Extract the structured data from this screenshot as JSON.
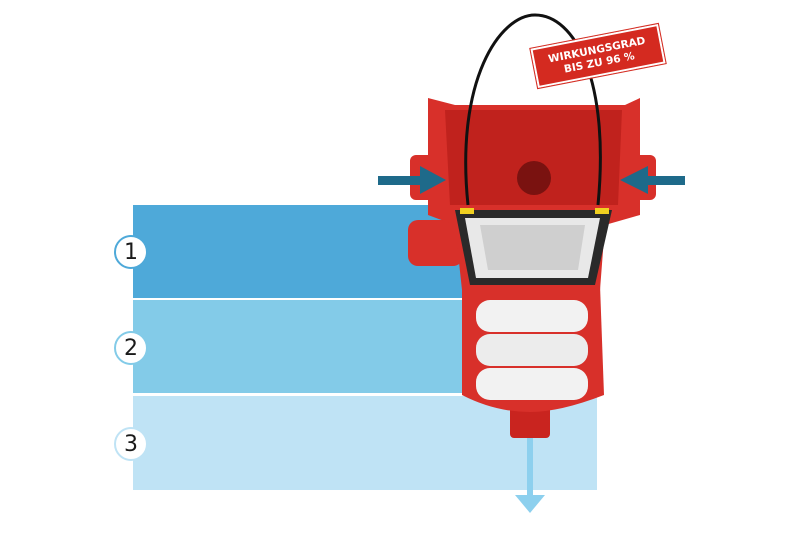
{
  "zones": [
    {
      "number": "1",
      "color": "#4ea9d9"
    },
    {
      "number": "2",
      "color": "#83cbe8"
    },
    {
      "number": "3",
      "color": "#bfe3f5"
    }
  ],
  "badge": {
    "line1": "WIRKUNGSGRAD",
    "line2": "BIS ZU 96 %",
    "color": "#d42a20"
  },
  "colors": {
    "filter_body": "#d8302a",
    "arrow": "#1e6a8a",
    "outflow": "#8dd0ee"
  }
}
